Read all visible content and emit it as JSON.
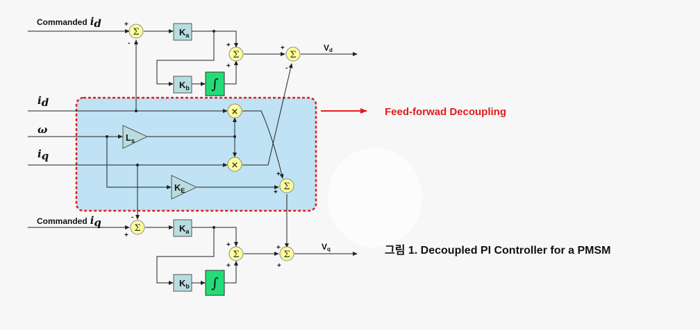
{
  "inputs": {
    "cmd_id_prefix": "Commanded",
    "cmd_id_var": "i",
    "cmd_id_sub": "d",
    "id_var": "i",
    "id_sub": "d",
    "omega": "ω",
    "iq_var": "i",
    "iq_sub": "q",
    "cmd_iq_prefix": "Commanded",
    "cmd_iq_var": "i",
    "cmd_iq_sub": "q"
  },
  "blocks": {
    "ka_main": "K",
    "ka_sub": "a",
    "kb_main": "K",
    "kb_sub": "b",
    "ls_main": "L",
    "ls_sub": "s",
    "ke_main": "K",
    "ke_sub": "E",
    "integrator": "∫",
    "sum": "Σ",
    "mult": "×",
    "plus": "+",
    "minus": "-"
  },
  "outputs": {
    "vd_main": "V",
    "vd_sub": "d",
    "vq_main": "V",
    "vq_sub": "q"
  },
  "feedforward_label": "Feed-forwad Decoupling",
  "caption": "그림 1. Decoupled PI Controller for a PMSM",
  "colors": {
    "region_fill": "#bfe2f4",
    "region_border": "#e31b1b",
    "summer_fill": "#ffff99",
    "block_fill": "#b8dde0",
    "integrator_fill": "#22dd77",
    "arrow": "#e31b1b"
  }
}
